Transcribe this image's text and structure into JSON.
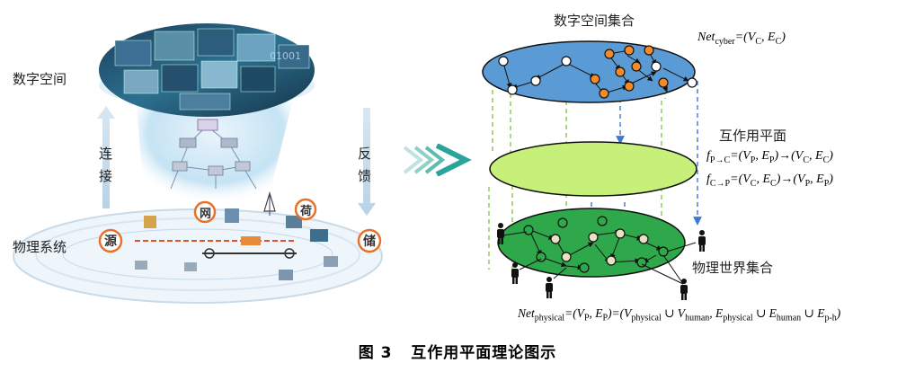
{
  "left": {
    "digital_space_label": "数字空间",
    "physical_system_label": "物理系统",
    "connect_chars": [
      "连",
      "接"
    ],
    "feedback_chars": [
      "反",
      "馈"
    ],
    "badges": {
      "source": "源",
      "grid": "网",
      "load": "荷",
      "storage": "储"
    }
  },
  "right": {
    "cyber_set_title": "数字空间集合",
    "net_cyber": {
      "net": "Net",
      "sub": "cyber",
      "rhs": "=(V",
      "vsub": "C",
      "mid": ", E",
      "esub": "C",
      "end": ")"
    },
    "interaction_plane_title": "互作用平面",
    "f_pc": {
      "f": "f",
      "sub": "P→C",
      "rhs": "=(V",
      "vsub": "P",
      "mid": ", E",
      "esub": "P",
      "arrow": ")→(V",
      "v2sub": "C",
      "mid2": ", E",
      "e2sub": "C",
      "end": ")"
    },
    "f_cp": {
      "f": "f",
      "sub": "C→P",
      "rhs": "=(V",
      "vsub": "C",
      "mid": ", E",
      "esub": "C",
      "arrow": ")→(V",
      "v2sub": "P",
      "mid2": ", E",
      "e2sub": "P",
      "end": ")"
    },
    "physical_set_title": "物理世界集合",
    "net_physical": {
      "net": "Net",
      "sub": "physical",
      "p1": "=(V",
      "p1sub": "P",
      "p2": ", E",
      "p2sub": "P",
      "p3": ")=(V",
      "p3sub": "physical",
      "p4": " ∪ V",
      "p4sub": "human",
      "p5": ", E",
      "p5sub": "physical",
      "p6": " ∪ E",
      "p6sub": "human",
      "p7": " ∪ E",
      "p7sub": "p-h",
      "p8": ")"
    }
  },
  "caption": {
    "fig": "图 3",
    "title": "互作用平面理论图示"
  },
  "colors": {
    "cyber_fill": "#5b9bd5",
    "plane_fill": "#c6f07a",
    "physical_fill": "#2ea84a",
    "orange_node": "#f58a2a",
    "beige_node": "#e6e2c2",
    "green_dash": "#8bc34a",
    "blue_dash": "#3a78d8",
    "arrow_teal": "#2aa39a"
  }
}
